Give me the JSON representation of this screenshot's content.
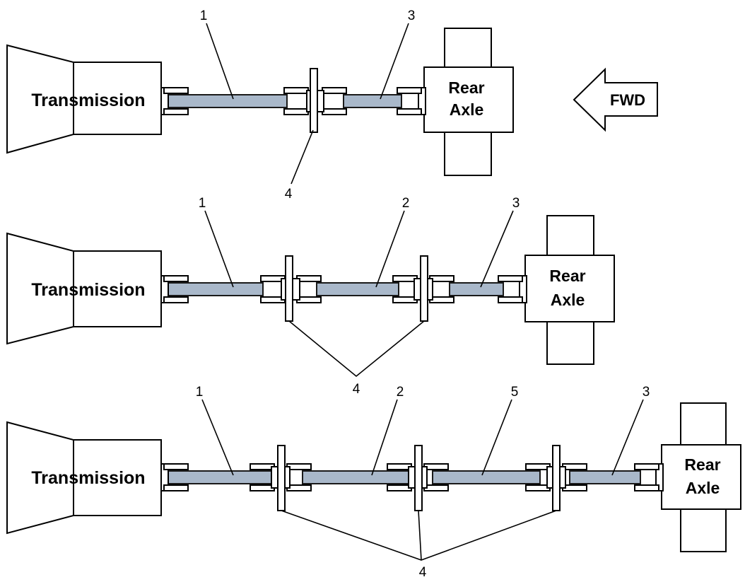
{
  "colors": {
    "shaft": "#a9b8ca",
    "shaft_edge": "#1a1a1a",
    "outline": "#000000",
    "background": "#ffffff"
  },
  "fwd_arrow": {
    "label": "FWD"
  },
  "rows": [
    {
      "transmission_label": "Transmission",
      "axle_label_line1": "Rear",
      "axle_label_line2": "Axle",
      "callouts": [
        "1",
        "3",
        "4"
      ]
    },
    {
      "transmission_label": "Transmission",
      "axle_label_line1": "Rear",
      "axle_label_line2": "Axle",
      "callouts": [
        "1",
        "2",
        "3",
        "4"
      ]
    },
    {
      "transmission_label": "Transmission",
      "axle_label_line1": "Rear",
      "axle_label_line2": "Axle",
      "callouts": [
        "1",
        "2",
        "5",
        "3",
        "4"
      ]
    }
  ]
}
